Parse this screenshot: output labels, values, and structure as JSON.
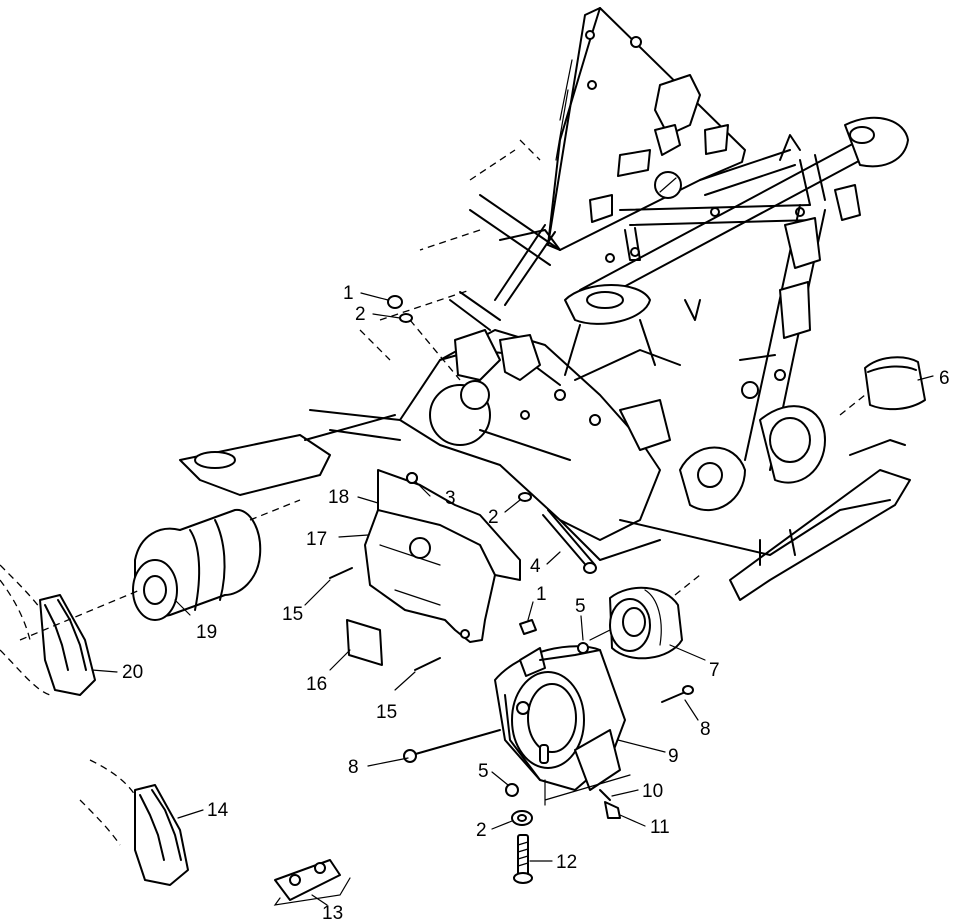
{
  "callouts": [
    {
      "label": "1"
    },
    {
      "label": "2"
    },
    {
      "label": "3"
    },
    {
      "label": "2"
    },
    {
      "label": "4"
    },
    {
      "label": "18"
    },
    {
      "label": "17"
    },
    {
      "label": "15"
    },
    {
      "label": "19"
    },
    {
      "label": "20"
    },
    {
      "label": "16"
    },
    {
      "label": "15"
    },
    {
      "label": "1"
    },
    {
      "label": "5"
    },
    {
      "label": "7"
    },
    {
      "label": "6"
    },
    {
      "label": "8"
    },
    {
      "label": "8"
    },
    {
      "label": "9"
    },
    {
      "label": "5"
    },
    {
      "label": "10"
    },
    {
      "label": "11"
    },
    {
      "label": "2"
    },
    {
      "label": "12"
    },
    {
      "label": "14"
    },
    {
      "label": "13"
    }
  ]
}
